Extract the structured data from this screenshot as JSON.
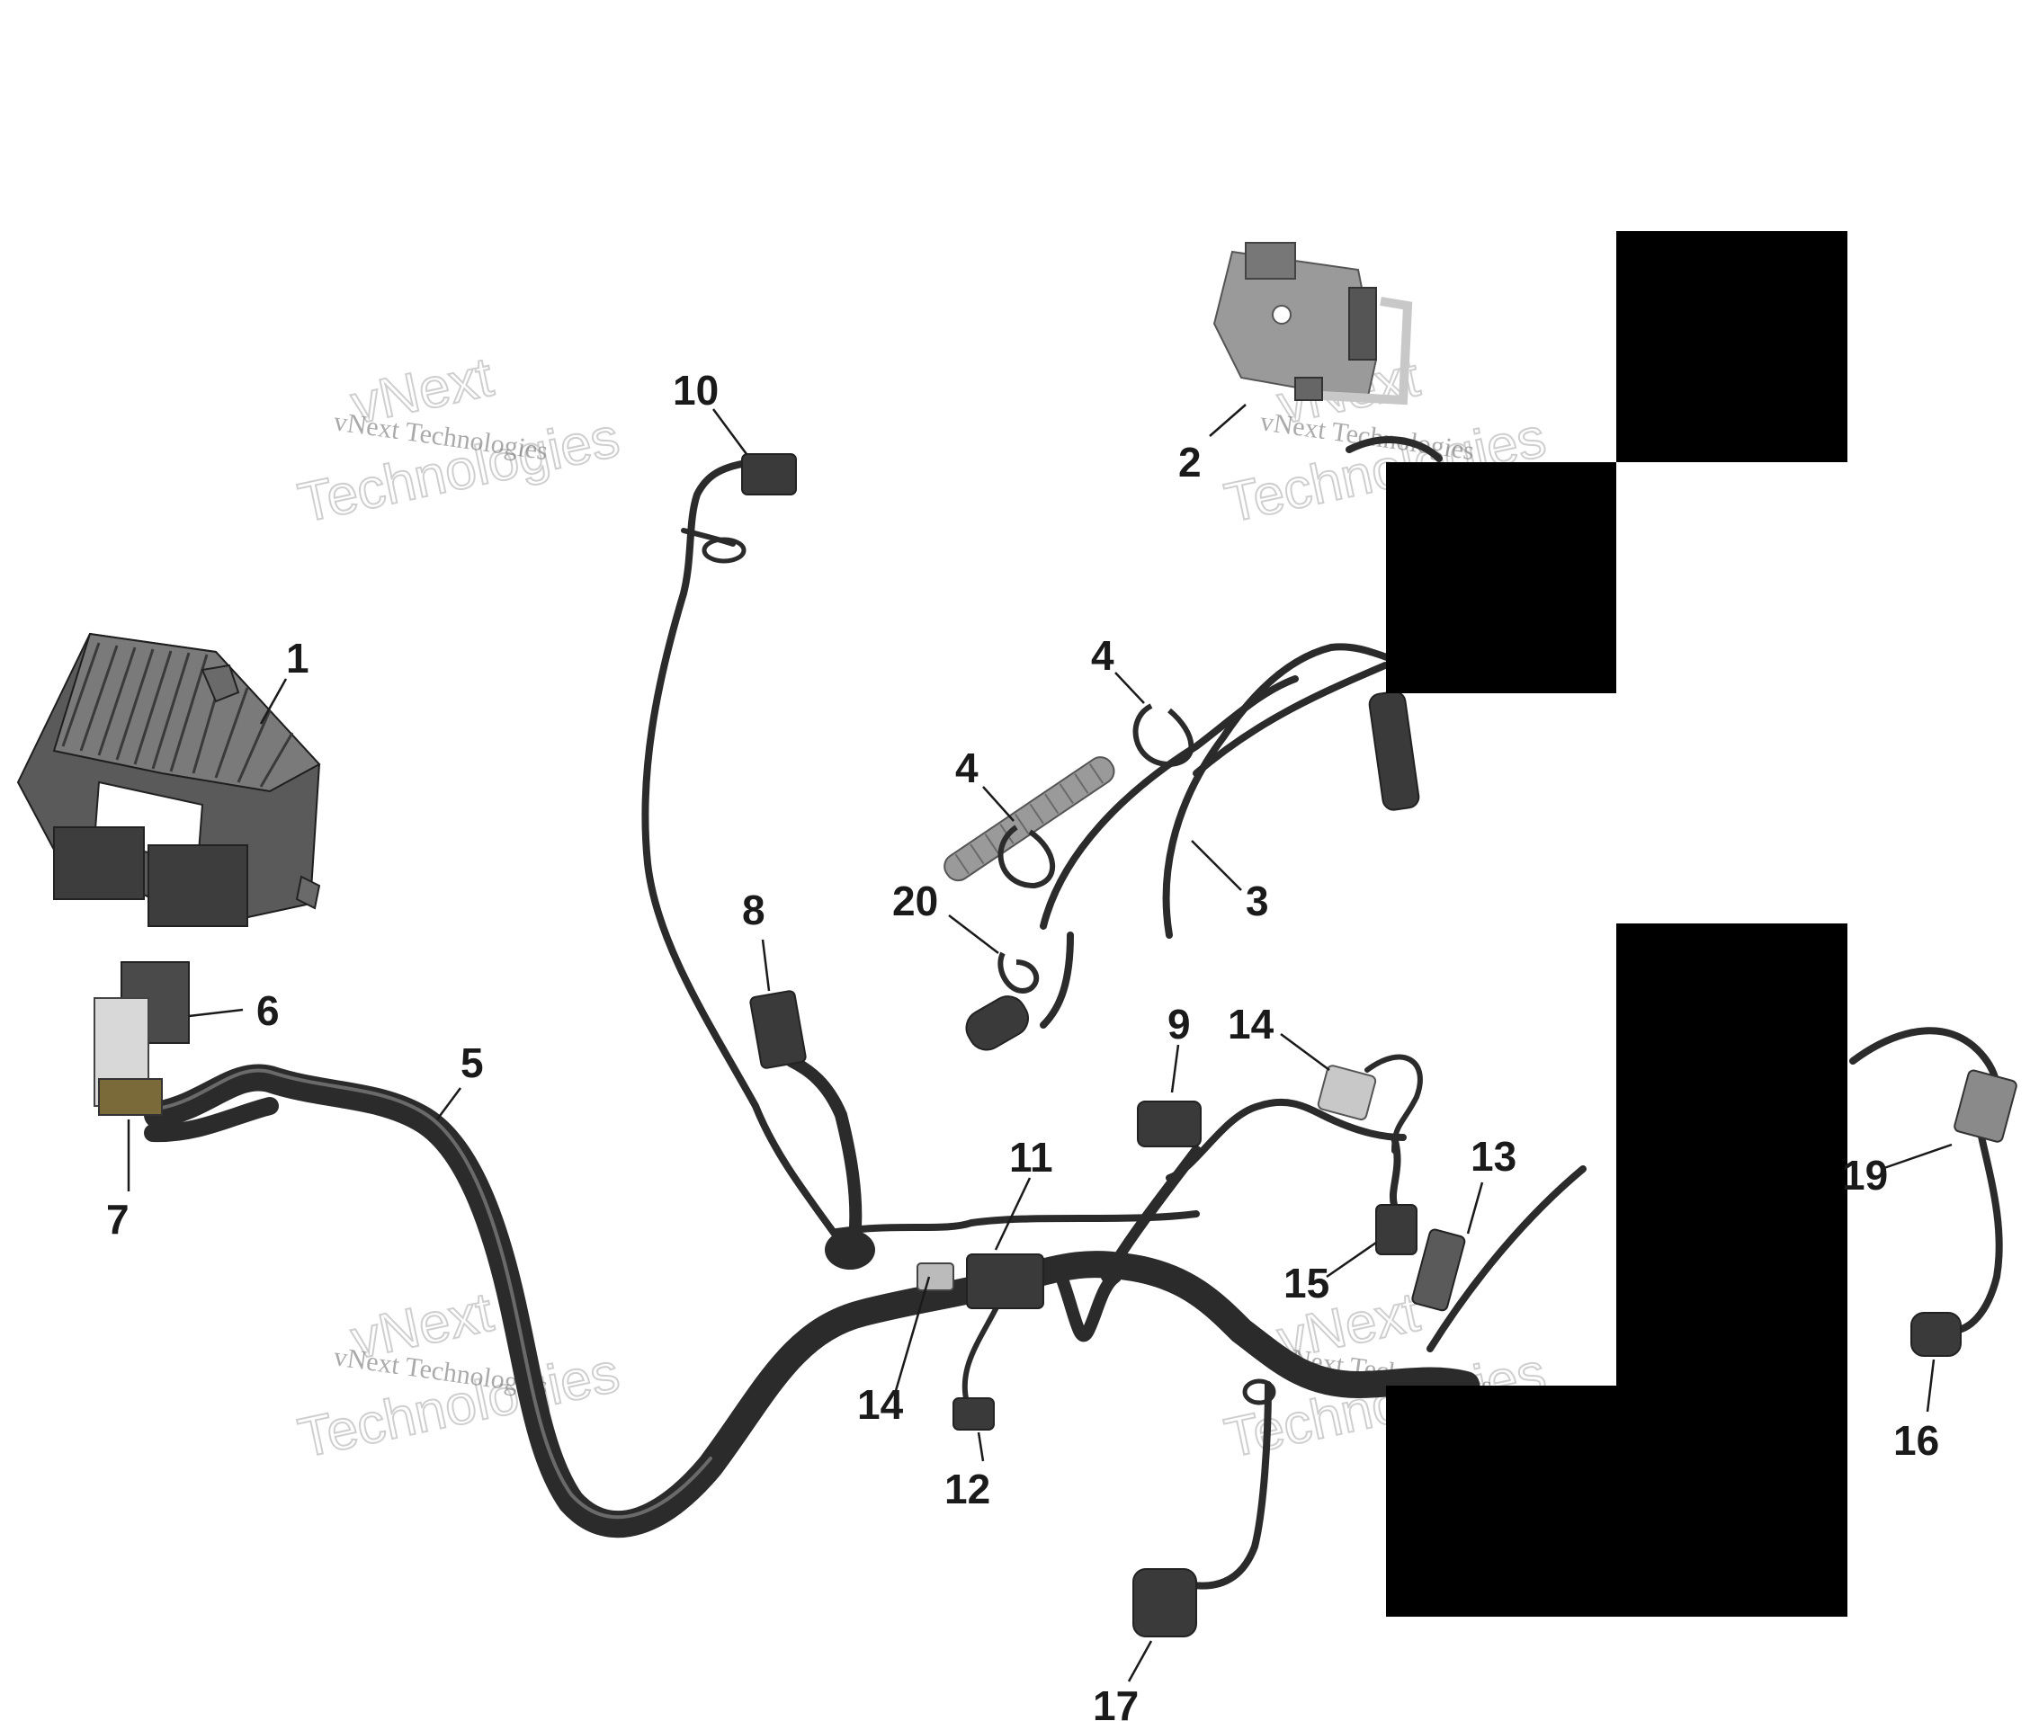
{
  "colors": {
    "background": "#ffffff",
    "callout_text": "#1a1a1a",
    "harness": "#2b2b2b",
    "redaction": "#000000",
    "watermark": "#9a9a9a"
  },
  "callouts": [
    {
      "id": "c1",
      "label": "1"
    },
    {
      "id": "c2",
      "label": "2"
    },
    {
      "id": "c3",
      "label": "3"
    },
    {
      "id": "c4a",
      "label": "4"
    },
    {
      "id": "c4b",
      "label": "4"
    },
    {
      "id": "c5",
      "label": "5"
    },
    {
      "id": "c6",
      "label": "6"
    },
    {
      "id": "c7",
      "label": "7"
    },
    {
      "id": "c8",
      "label": "8"
    },
    {
      "id": "c9",
      "label": "9"
    },
    {
      "id": "c10",
      "label": "10"
    },
    {
      "id": "c11",
      "label": "11"
    },
    {
      "id": "c12",
      "label": "12"
    },
    {
      "id": "c13",
      "label": "13"
    },
    {
      "id": "c14a",
      "label": "14"
    },
    {
      "id": "c14b",
      "label": "14"
    },
    {
      "id": "c15",
      "label": "15"
    },
    {
      "id": "c16",
      "label": "16"
    },
    {
      "id": "c17",
      "label": "17"
    },
    {
      "id": "c19",
      "label": "19"
    },
    {
      "id": "c20",
      "label": "20"
    }
  ],
  "watermark": {
    "small": "vNext Technologies",
    "big_line1": "vNext",
    "big_line2": "Technologies"
  }
}
